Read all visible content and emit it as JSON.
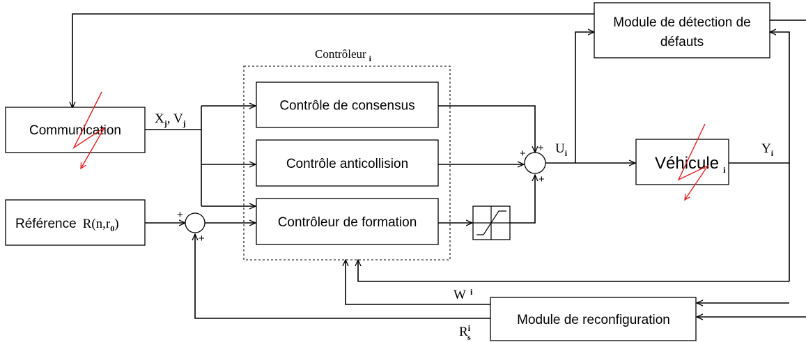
{
  "blocks": {
    "communication": "Communication",
    "reference": "Référence",
    "reference_math": "R(n,r",
    "reference_sub": "0",
    "reference_close": ")",
    "consensus": "Contrôle de consensus",
    "anticollision": "Contrôle anticollision",
    "formation": "Contrôleur de formation",
    "vehicle": "Véhicule",
    "vehicle_sub": "i",
    "fault_line1": "Module de détection de",
    "fault_line2": "défauts",
    "reconfig": "Module de reconfiguration"
  },
  "controller_group": {
    "label": "Contrôleur",
    "sub": "i"
  },
  "signals": {
    "xj": "X",
    "xj_sub": "j",
    "vj_sep": ", V",
    "vj_sub": "j",
    "ui": "U",
    "ui_sub": "i",
    "yi": "Y",
    "yi_sub": "i",
    "wi": "W",
    "wi_sup": "i",
    "rs": "R",
    "rs_sup": "i",
    "rs_sub": "s"
  },
  "signs": {
    "plus": "+"
  }
}
